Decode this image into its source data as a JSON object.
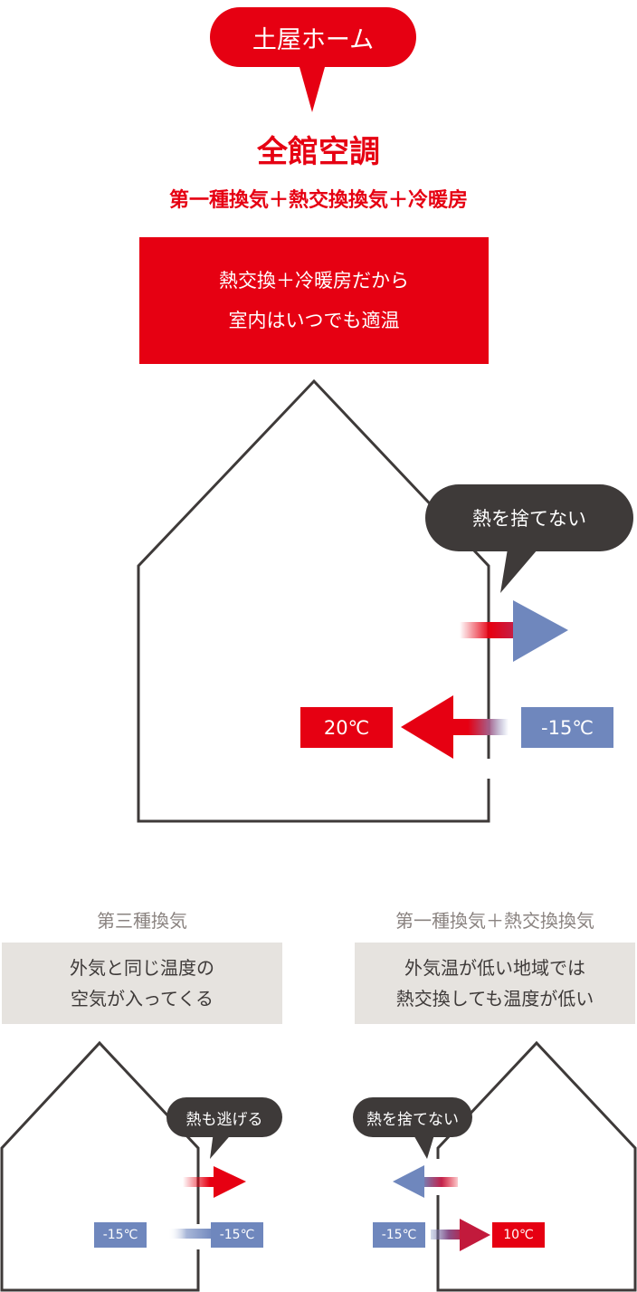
{
  "brand_pill": "土屋ホーム",
  "main": {
    "title": "全館空調",
    "subtitle": "第一種換気＋熱交換換気＋冷暖房",
    "box_line1": "熱交換＋冷暖房だから",
    "box_line2": "室内はいつでも適温",
    "bubble": "熱を捨てない",
    "indoor_temp": "20℃",
    "outdoor_temp": "-15℃"
  },
  "left": {
    "heading": "第三種換気",
    "box_line1": "外気と同じ温度の",
    "box_line2": "空気が入ってくる",
    "bubble": "熱も逃げる",
    "indoor_temp": "-15℃",
    "outdoor_temp": "-15℃"
  },
  "right": {
    "heading": "第一種換気＋熱交換換気",
    "box_line1": "外気温が低い地域では",
    "box_line2": "熱交換しても温度が低い",
    "bubble": "熱を捨てない",
    "outdoor_temp": "-15℃",
    "indoor_temp": "10℃"
  },
  "colors": {
    "red": "#e60012",
    "blue": "#6f87bd",
    "dark": "#3e3a39",
    "gray_box": "#e6e3df",
    "gray_text": "#8a8380"
  }
}
